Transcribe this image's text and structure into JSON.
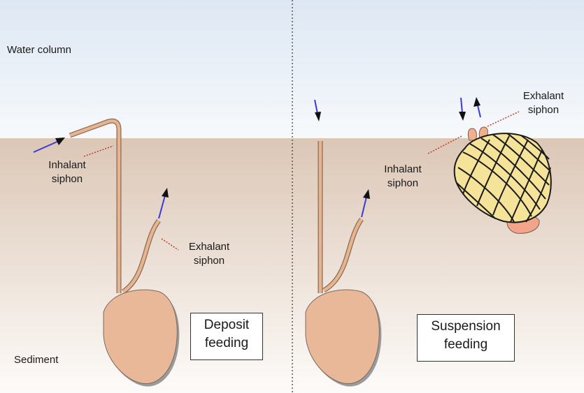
{
  "water_label": "Water column",
  "sediment_label": "Sediment",
  "left": {
    "inhalant": [
      "Inhalant",
      "siphon"
    ],
    "exhalant": [
      "Exhalant",
      "siphon"
    ],
    "box": [
      "Deposit",
      "feeding"
    ]
  },
  "right": {
    "inhalant": [
      "Inhalant",
      "siphon"
    ],
    "exhalant": [
      "Exhalant",
      "siphon"
    ],
    "box": [
      "Suspension",
      "feeding"
    ]
  },
  "colors": {
    "water_top": "#dde7f3",
    "water_bottom": "#f7f9fc",
    "sediment_top": "#dcc7b6",
    "sediment_bottom": "#fdfbf9",
    "tube": "#e6b48f",
    "body": "#e8b898",
    "shell": "#f6e39a",
    "blue_arrow": "#3b3bdc",
    "pointer": "#c0392b"
  }
}
